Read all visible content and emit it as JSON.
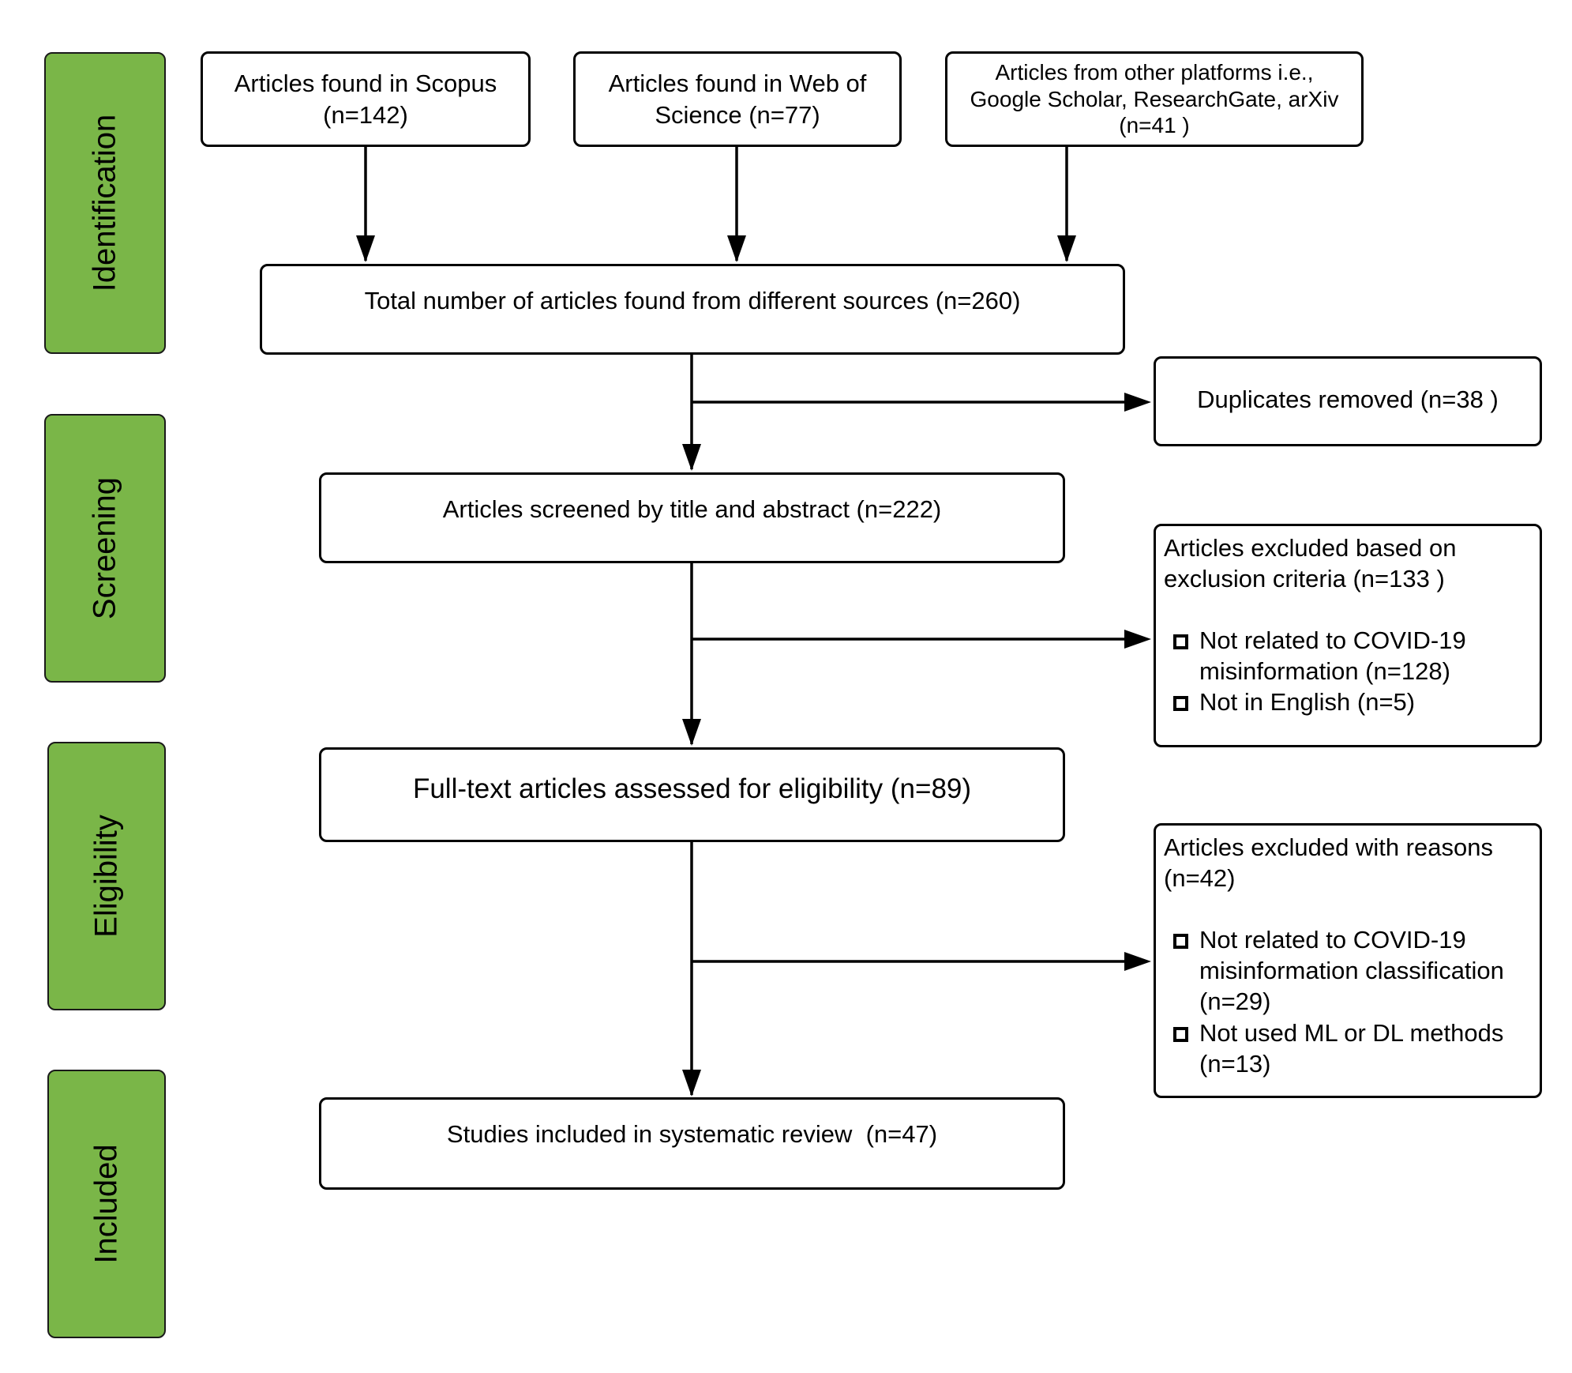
{
  "phases": {
    "identification": "Identification",
    "screening": "Screening",
    "eligibility": "Eligibility",
    "included": "Included"
  },
  "sources": {
    "scopus": [
      "Articles found in Scopus",
      "(n=142)"
    ],
    "wos": [
      "Articles found in Web of",
      "Science (n=77)"
    ],
    "other": [
      "Articles from other platforms i.e.,",
      "Google Scholar, ResearchGate, arXiv",
      "(n=41 )"
    ]
  },
  "total": "Total number of articles found from different sources (n=260)",
  "duplicates": "Duplicates removed (n=38 )",
  "screened": "Articles screened by title and abstract (n=222)",
  "excluded_criteria": {
    "title": [
      "Articles excluded based on",
      "exclusion criteria (n=133 )"
    ],
    "items": [
      [
        "Not related to COVID-19",
        "misinformation (n=128)"
      ],
      [
        "Not in English (n=5)"
      ]
    ]
  },
  "fulltext": "Full-text articles assessed for eligibility (n=89)",
  "excluded_reasons": {
    "title": [
      "Articles excluded with reasons",
      "(n=42)"
    ],
    "items": [
      [
        "Not related to COVID-19",
        "misinformation classification",
        "(n=29)"
      ],
      [
        "Not used ML or DL methods",
        "(n=13)"
      ]
    ]
  },
  "included": "Studies included in systematic review  (n=47)",
  "colors": {
    "phase_fill": "#7ab648",
    "stroke": "#000000"
  }
}
